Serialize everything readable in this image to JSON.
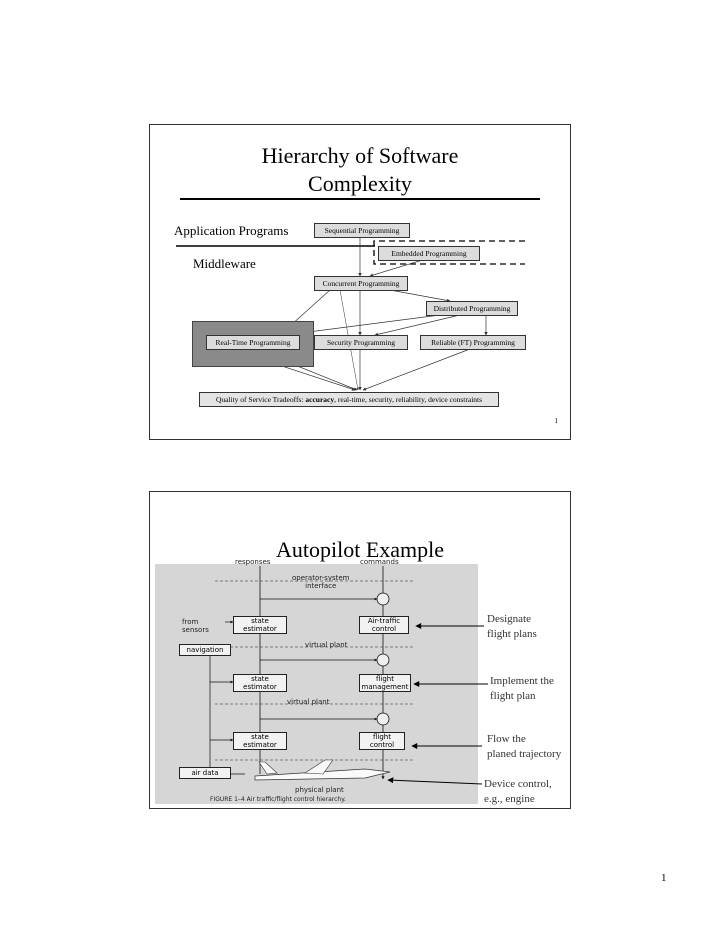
{
  "slide1": {
    "title_line1": "Hierarchy of Software",
    "title_line2": "Complexity",
    "label_application": "Application Programs",
    "label_middleware": "Middleware",
    "boxes": {
      "sequential": "Sequential Programming",
      "embedded": "Embedded Programming",
      "concurrent": "Concurrent Programming",
      "distributed": "Distributed Programming",
      "realtime": "Real-Time Programming",
      "security": "Security Programming",
      "reliable": "Reliable (FT) Programming"
    },
    "qos_prefix": "Quality of Service Tradeoffs: ",
    "qos_bold": "accuracy",
    "qos_suffix": ", real-time, security, reliability, device constraints",
    "slide_number": "1"
  },
  "slide2": {
    "title": "Autopilot Example",
    "annotations": {
      "a1_line1": "Designate",
      "a1_line2": "flight plans",
      "a2_line1": "Implement the",
      "a2_line2": "flight plan",
      "a3_line1": "Flow the",
      "a3_line2": "planed trajectory",
      "a4_line1": "Device control,",
      "a4_line2": "e.g., engine"
    },
    "diagram": {
      "responses": "responses",
      "commands": "commands",
      "operator_interface_1": "operator-system",
      "operator_interface_2": "interface",
      "from_sensors_1": "from",
      "from_sensors_2": "sensors",
      "state_estimator_1": "state",
      "state_estimator_2": "estimator",
      "air_traffic_1": "Air-traffic",
      "air_traffic_2": "control",
      "virtual_plant": "virtual plant",
      "navigation": "navigation",
      "flight_mgmt_1": "flight",
      "flight_mgmt_2": "management",
      "flight_control_1": "flight",
      "flight_control_2": "control",
      "air_data": "air data",
      "physical_plant": "physical plant",
      "figure_caption": "FIGURE 1–4   Air traffic/flight control hierarchy."
    }
  },
  "page_number": "1"
}
